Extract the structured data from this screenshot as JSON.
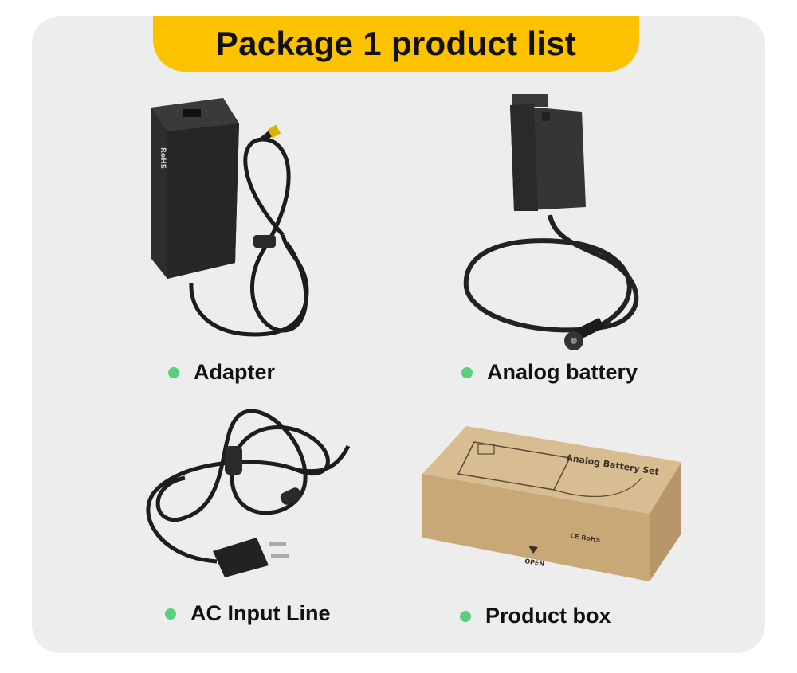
{
  "header": {
    "title": "Package 1 product list"
  },
  "items": [
    {
      "label": "Adapter",
      "icon": "power-adapter-icon"
    },
    {
      "label": "Analog battery",
      "icon": "dummy-battery-icon"
    },
    {
      "label": "AC Input Line",
      "icon": "ac-power-cord-icon"
    },
    {
      "label": "Product box",
      "icon": "product-box-icon"
    }
  ],
  "adapter": {
    "marks": "RoHS"
  },
  "box": {
    "print": "Analog Battery Set",
    "certs": "CE RoHS",
    "open": "OPEN"
  },
  "colors": {
    "accent": "#fcc200",
    "bullet": "#5ccf7e",
    "panel": "#ededed"
  }
}
